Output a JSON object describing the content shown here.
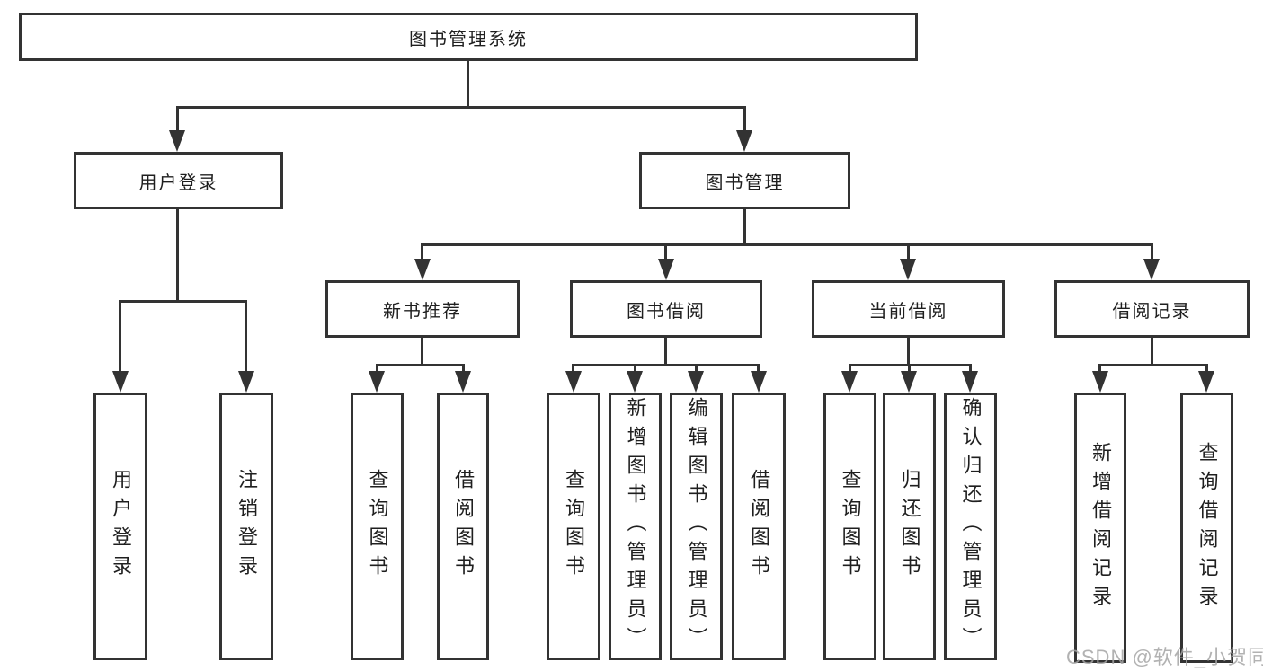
{
  "title": "图书管理系统",
  "level2": {
    "user_login": "用户登录",
    "book_mgmt": "图书管理"
  },
  "level3": {
    "new_books": "新书推荐",
    "borrow": "图书借阅",
    "current": "当前借阅",
    "records": "借阅记录"
  },
  "leaves": {
    "login": "用户登录",
    "logout": "注销登录",
    "nb_query": "查询图书",
    "nb_borrow": "借阅图书",
    "bw_query": "查询图书",
    "bw_add": "新增图书（管理员）",
    "bw_edit": "编辑图书（管理员）",
    "bw_borrow": "借阅图书",
    "cu_query": "查询图书",
    "cu_return": "归还图书",
    "cu_confirm": "确认归还（管理员）",
    "rc_add": "新增借阅记录",
    "rc_query": "查询借阅记录"
  },
  "watermark": "CSDN @软件_小贺同学",
  "colors": {
    "line": "#333333",
    "text": "#1f1f1f",
    "watermark": "#a5a5a5",
    "background": "#ffffff"
  }
}
